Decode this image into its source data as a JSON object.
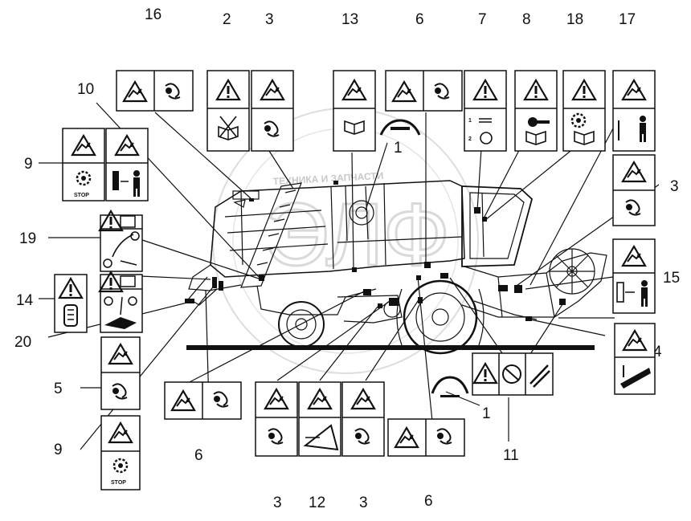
{
  "callouts": {
    "c16": "16",
    "c2": "2",
    "c3a": "3",
    "c13": "13",
    "c6a": "6",
    "c7": "7",
    "c8": "8",
    "c18": "18",
    "c17": "17",
    "c10": "10",
    "c9a": "9",
    "c1a": "1",
    "c3b": "3",
    "c19": "19",
    "c15": "15",
    "c14": "14",
    "c20": "20",
    "c4": "4",
    "c5": "5",
    "c1b": "1",
    "c11": "11",
    "c9b": "9",
    "c6b": "6",
    "c3c": "3",
    "c12": "12",
    "c3d": "3",
    "c6c": "6"
  },
  "decal_text": {
    "stop_a": "STOP",
    "stop_b": "STOP",
    "step_1": "1",
    "step_2": "2"
  },
  "watermark": {
    "company": "ТЕХНИКА И ЗАПЧАСТИ",
    "logo": "ЭЛФ"
  }
}
